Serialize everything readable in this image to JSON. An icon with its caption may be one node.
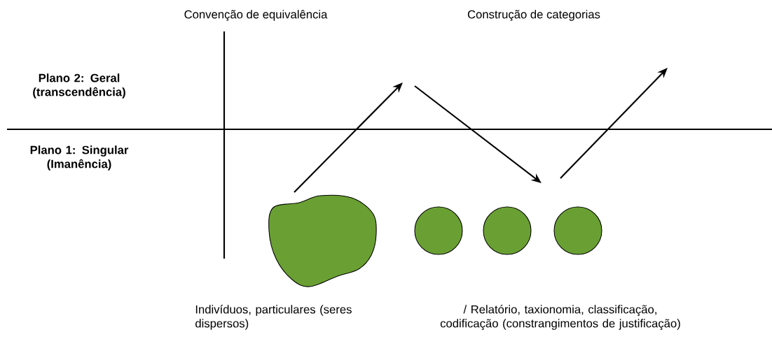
{
  "diagram": {
    "nodes": [
      {
        "text": [],
        "shape": "cloud"
      },
      {
        "text": [],
        "shape": "circle"
      },
      {
        "text": [],
        "shape": "circle"
      },
      {
        "text": [],
        "shape": "circle"
      }
    ],
    "labels": [
      "Convenção de equivalência",
      "Construção de categorias",
      "Plano 2: Geral (transcendência)",
      "Plano 1: Singular (Imanência)",
      "Indivíduos, particulares (seres dispersos)",
      "/ Relatório, taxionomia, classificação, codificação (constrangimentos de justificação)"
    ]
  }
}
